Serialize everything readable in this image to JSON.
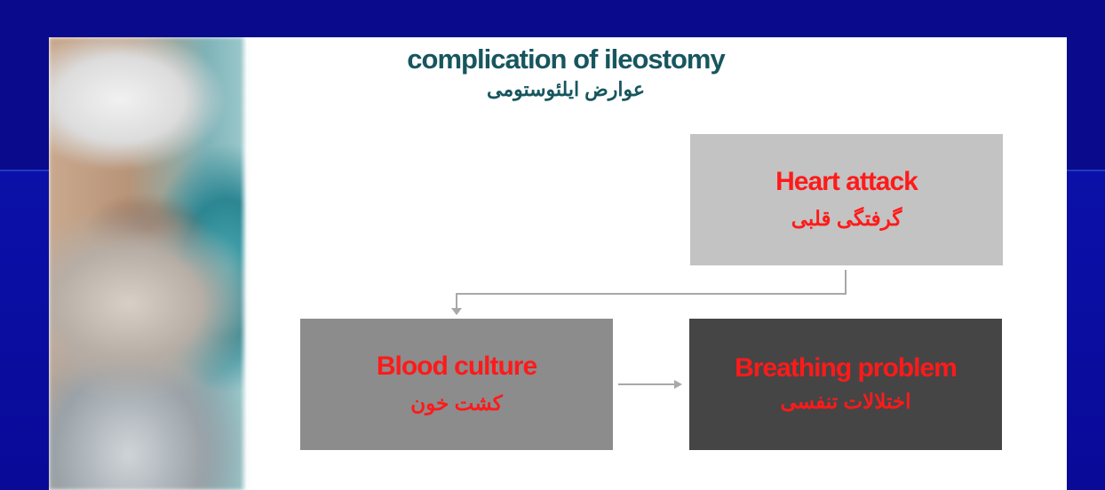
{
  "title": {
    "en": "complication of ileostomy",
    "fa": "عوارض ایلئوستومی"
  },
  "nodes": {
    "heart_attack": {
      "en": "Heart attack",
      "fa": "گرفتگی قلبی"
    },
    "blood_culture": {
      "en": "Blood culture",
      "fa": "کشت خون"
    },
    "breathing_problem": {
      "en": "Breathing problem",
      "fa": "اختلالات تنفسی"
    }
  },
  "colors": {
    "background": "#0a0a8c",
    "title": "#17565e",
    "node_text": "#ff1a1a",
    "heart_box": "#c3c3c3",
    "blood_box": "#8c8c8c",
    "breathing_box": "#454545",
    "connector": "#9a9a9a"
  }
}
